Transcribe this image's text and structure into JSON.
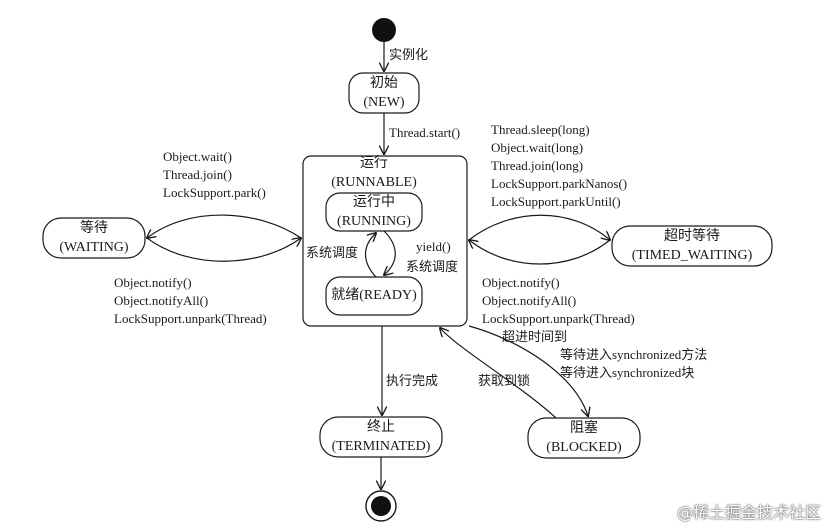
{
  "states": {
    "new": {
      "name": "初始",
      "en": "(NEW)"
    },
    "runnable": {
      "name": "运行",
      "en": "(RUNNABLE)"
    },
    "running": {
      "name": "运行中",
      "en": "(RUNNING)"
    },
    "ready": {
      "label": "就绪(READY)"
    },
    "waiting": {
      "name": "等待",
      "en": "(WAITING)"
    },
    "timed_waiting": {
      "name": "超时等待",
      "en": "(TIMED_WAITING)"
    },
    "terminated": {
      "name": "终止",
      "en": "(TERMINATED)"
    },
    "blocked": {
      "name": "阻塞",
      "en": "(BLOCKED)"
    }
  },
  "transitions": {
    "instantiate": "实例化",
    "thread_start": "Thread.start()",
    "to_waiting": [
      "Object.wait()",
      "Thread.join()",
      "LockSupport.park()"
    ],
    "from_waiting": [
      "Object.notify()",
      "Object.notifyAll()",
      "LockSupport.unpark(Thread)"
    ],
    "to_timed_waiting": [
      "Thread.sleep(long)",
      "Object.wait(long)",
      "Thread.join(long)",
      "LockSupport.parkNanos()",
      "LockSupport.parkUntil()"
    ],
    "from_timed_waiting": [
      "Object.notify()",
      "Object.notifyAll()",
      "LockSupport.unpark(Thread)",
      "超进时间到"
    ],
    "schedule_left": "系统调度",
    "yield": "yield()",
    "schedule_right": "系统调度",
    "finish": "执行完成",
    "acquire_lock": "获取到锁",
    "to_blocked": [
      "等待进入synchronized方法",
      "等待进入synchronized块"
    ]
  },
  "watermark": "@稀土掘金技术社区"
}
